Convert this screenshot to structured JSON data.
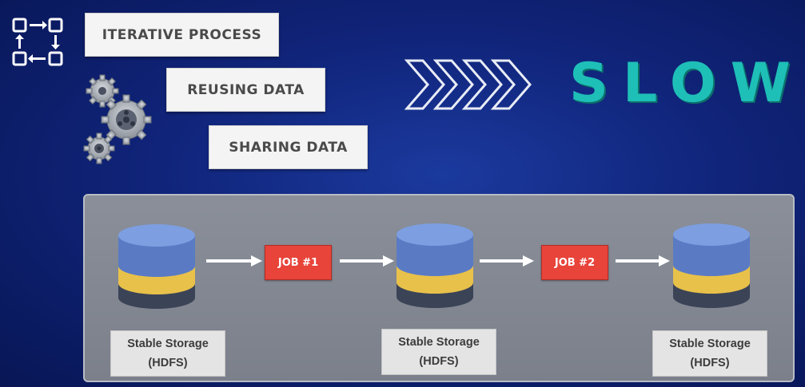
{
  "labels": {
    "iterative": "Iterative Process",
    "reusing": "Reusing Data",
    "sharing": "Sharing Data"
  },
  "headline": "SLOW",
  "jobs": [
    "JOB #1",
    "JOB #2"
  ],
  "storages": [
    {
      "line1": "Stable Storage",
      "line2": "(HDFS)"
    },
    {
      "line1": "Stable Storage",
      "line2": "(HDFS)"
    },
    {
      "line1": "Stable Storage",
      "line2": "(HDFS)"
    }
  ],
  "icons": {
    "flow": "process-flow-icon",
    "gears": "gears-icon",
    "chevrons": "chevron-arrows-icon",
    "database": "database-icon",
    "arrow": "arrow-right-icon"
  },
  "colors": {
    "background": "#10247a",
    "accent": "#1ebfb7",
    "job": "#e8443a",
    "db_top": "#6b8fd6",
    "db_mid": "#e8c14a",
    "db_bottom": "#3b4357"
  }
}
